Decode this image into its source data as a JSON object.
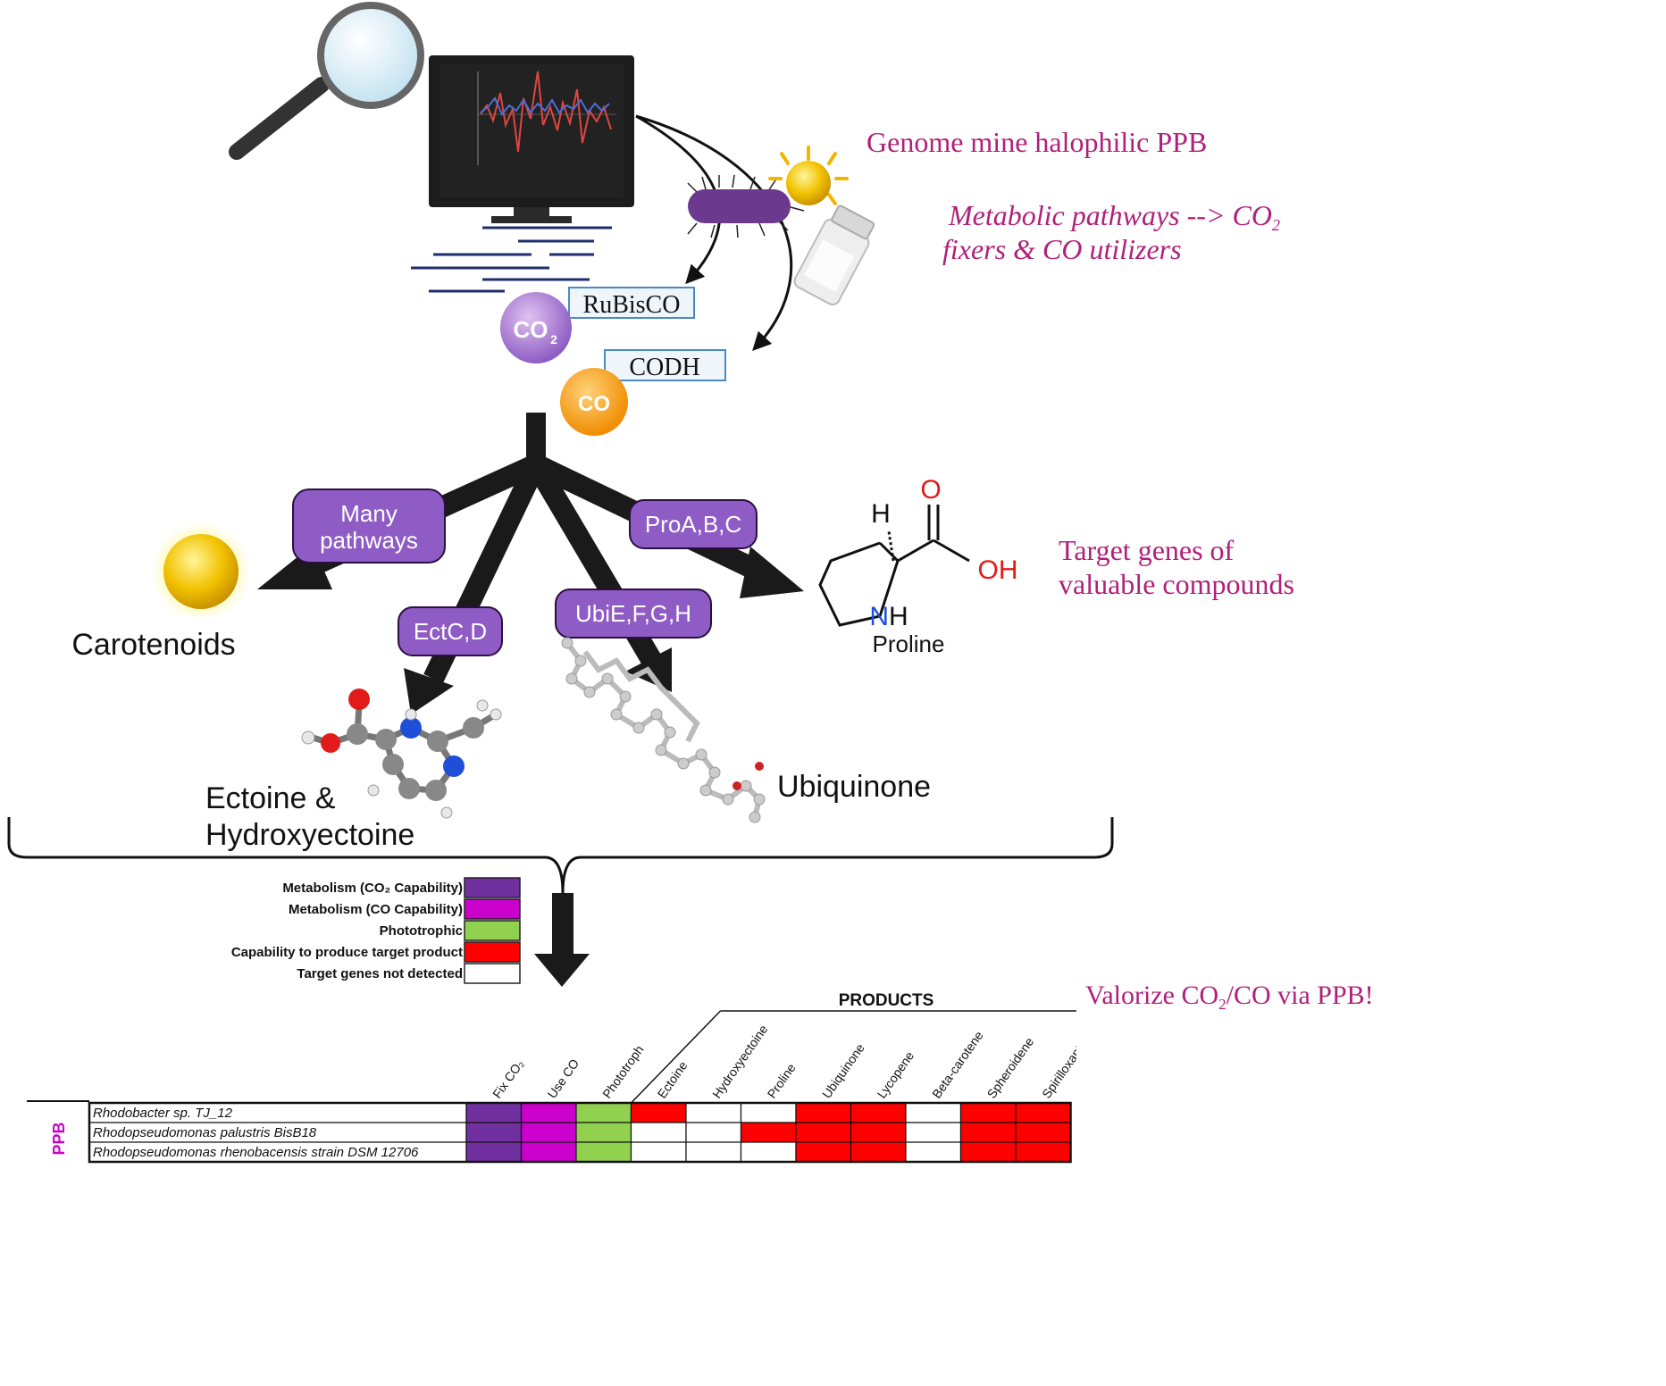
{
  "header": {
    "genome_mine": "Genome mine halophilic PPB",
    "metabolic_line1": "Metabolic pathways --> CO",
    "metabolic_sub": "2",
    "metabolic_line2": "fixers & CO utilizers",
    "target_genes_line1": "Target genes of",
    "target_genes_line2": "valuable compounds",
    "valorize": "Valorize CO",
    "valorize_sub": "2",
    "valorize_tail": "/CO via PPB!"
  },
  "enzymes": {
    "rubisco": "RuBisCO",
    "codh": "CODH",
    "co2_label": "CO",
    "co2_sub": "2",
    "co_label": "CO"
  },
  "pathways": {
    "many_line1": "Many",
    "many_line2": "pathways",
    "ectcd": "EctC,D",
    "ubi": "UbiE,F,G,H",
    "pro": "ProA,B,C"
  },
  "products": {
    "carotenoids": "Carotenoids",
    "ectoine_line1": "Ectoine &",
    "ectoine_line2": "Hydroxyectoine",
    "ubiquinone": "Ubiquinone",
    "proline": "Proline",
    "proline_H": "H",
    "proline_O": "O",
    "proline_OH": "OH",
    "proline_NH_N": "N",
    "proline_NH_H": "H"
  },
  "legend": [
    {
      "label": "Metabolism (CO₂ Capability)",
      "color": "#7030a0"
    },
    {
      "label": "Metabolism (CO Capability)",
      "color": "#cc00cc"
    },
    {
      "label": "Phototrophic",
      "color": "#92d050"
    },
    {
      "label": "Capability to produce target product",
      "color": "#ff0000"
    },
    {
      "label": "Target genes not detected",
      "color": "#ffffff"
    }
  ],
  "table": {
    "group_label": "PPB",
    "products_header": "PRODUCTS",
    "columns": [
      "Fix CO₂",
      "Use CO",
      "Phototroph",
      "Ectoine",
      "Hydroxyectoine",
      "Proline",
      "Ubiquinone",
      "Lycopene",
      "Beta-carotene",
      "Spheroidene",
      "Spirilloxanthin"
    ],
    "rows": [
      {
        "name": "Rhodobacter sp. TJ_12",
        "cells": [
          "co2",
          "co",
          "photo",
          "red",
          "white",
          "white",
          "red",
          "red",
          "white",
          "red",
          "red"
        ]
      },
      {
        "name": "Rhodopseudomonas palustris BisB18",
        "cells": [
          "co2",
          "co",
          "photo",
          "white",
          "white",
          "red",
          "red",
          "red",
          "white",
          "red",
          "red"
        ]
      },
      {
        "name": "Rhodopseudomonas rhenobacensis strain DSM 12706",
        "cells": [
          "co2",
          "co",
          "photo",
          "white",
          "white",
          "white",
          "red",
          "red",
          "white",
          "red",
          "red"
        ]
      }
    ]
  },
  "colors": {
    "co2": "#7030a0",
    "co": "#cc00cc",
    "photo": "#92d050",
    "red": "#ff0000",
    "white": "#ffffff",
    "magenta_text": "#b0207a",
    "pathway_box": "#8e5cc4",
    "arrow": "#1a1a1a"
  },
  "icons": [
    "magnifier-icon",
    "monitor-icon",
    "bacterium-icon",
    "sun-icon",
    "salt-bottle-icon",
    "carotenoid-sphere-icon",
    "ectoine-molecule-icon",
    "ubiquinone-molecule-icon"
  ]
}
